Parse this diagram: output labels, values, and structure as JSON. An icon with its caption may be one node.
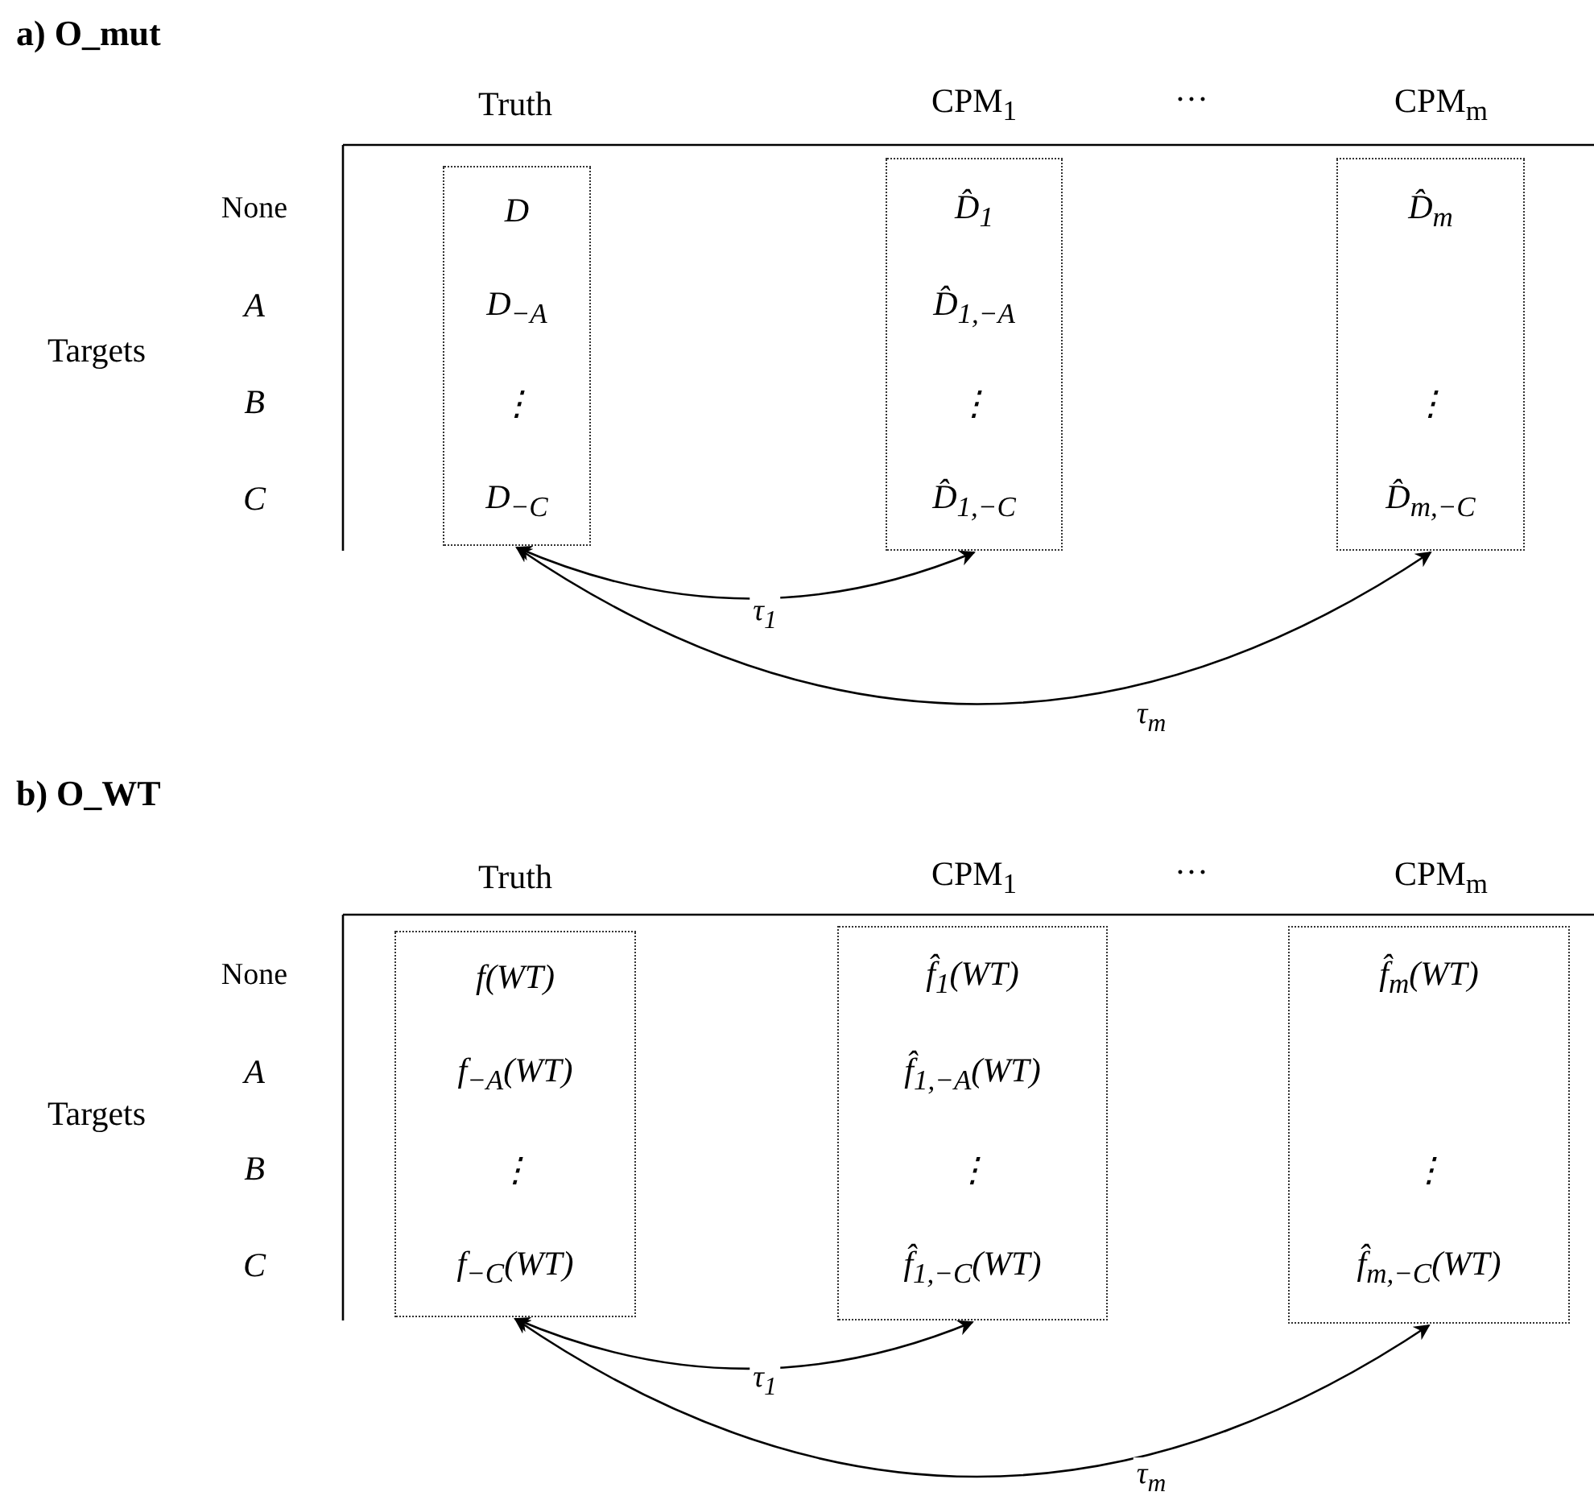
{
  "diagram": {
    "nodes": [
      {
        "text": [
          "D",
          "D$_{−A}$",
          "⋮",
          "D$_{−C}$"
        ]
      },
      {
        "text": [
          "D̂$_{1}$",
          "D̂$_{1,−A}$",
          "⋮",
          "D̂$_{1,−C}$"
        ]
      },
      {
        "text": [
          "D̂$_{m}$",
          "⋮",
          "D̂$_{m,−C}$"
        ]
      },
      {
        "text": [
          "f(WT)",
          "f$_{−A}$(WT)",
          "⋮",
          "f$_{−C}$(WT)"
        ]
      },
      {
        "text": [
          "f̂$_{1}$(WT)",
          "f̂$_{1,−A}$(WT)",
          "⋮",
          "f̂$_{1,−C}$(WT)"
        ]
      },
      {
        "text": [
          "f̂$_{m}$(WT)",
          "⋮",
          "f̂$_{m,−C}$(WT)"
        ]
      }
    ],
    "edges": [
      {
        "from": 0,
        "to": 1,
        "arrow": "both",
        "label": "τ$_{1}$"
      },
      {
        "from": 0,
        "to": 2,
        "arrow": "both",
        "label": "τ$_{m}$"
      },
      {
        "from": 3,
        "to": 4,
        "arrow": "both",
        "label": "τ$_{1}$"
      },
      {
        "from": 3,
        "to": 5,
        "arrow": "both",
        "label": "τ$_{m}$"
      }
    ],
    "labels": [
      "a) O_mut",
      "Truth",
      "CPM$_{1}$",
      "···",
      "CPM$_{m}$",
      "None",
      "A",
      "B",
      "C",
      "Targets",
      "b) O_WT",
      "Truth",
      "CPM$_{1}$",
      "···",
      "CPM$_{m}$",
      "None",
      "A",
      "B",
      "C",
      "Targets"
    ]
  }
}
